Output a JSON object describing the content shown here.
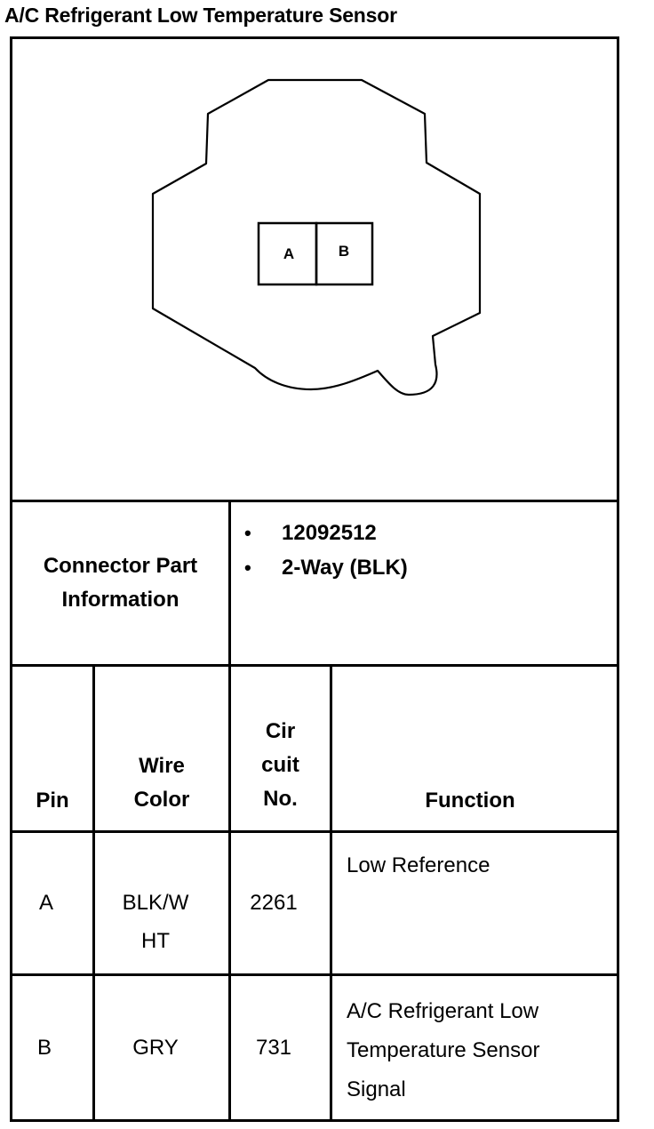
{
  "title": "A/C Refrigerant Low Temperature Sensor",
  "connector": {
    "cavities": [
      "A",
      "B"
    ]
  },
  "part_info": {
    "label_line1": "Connector Part",
    "label_line2": "Information",
    "items": [
      "12092512",
      "2-Way (BLK)"
    ]
  },
  "table": {
    "headers": {
      "pin": "Pin",
      "wire_color_1": "Wire",
      "wire_color_2": "Color",
      "circuit_1": "Cir",
      "circuit_2": "cuit",
      "circuit_3": "No.",
      "function": "Function"
    },
    "rows": [
      {
        "pin": "A",
        "wire_color_1": "BLK/W",
        "wire_color_2": "HT",
        "circuit": "2261",
        "function_1": "Low Reference",
        "function_2": "",
        "function_3": ""
      },
      {
        "pin": "B",
        "wire_color_1": "GRY",
        "wire_color_2": "",
        "circuit": "731",
        "function_1": "A/C Refrigerant Low",
        "function_2": "Temperature Sensor",
        "function_3": "Signal"
      }
    ]
  }
}
